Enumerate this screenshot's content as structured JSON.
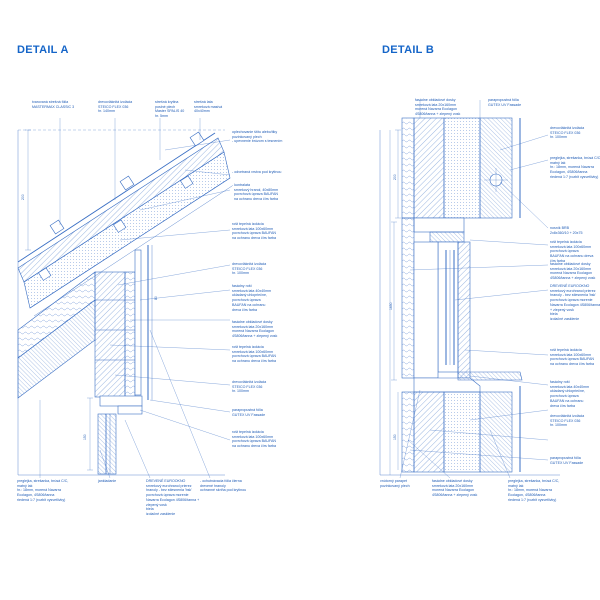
{
  "accent_color": "#1565c8",
  "line_color": "#3a6fc4",
  "detail_a": {
    "title": "DETAIL A",
    "notes": {
      "top_1": "tvarovaná strešná fólia\nMASTERMAX CLASSIC 3",
      "top_2": "drevovláknitá izolácia\nSTEICO FLEX 036\nhr. 140mm",
      "top_3": "strešná krytina\nposlné plech\nMaster SPALIS 40\nhr. 5mm",
      "top_4": "strešná lata\nsmreková masívá\n40x40mm",
      "r1": "oplechovanie štítu alebo/tiky\npozinkovaný plech\n- upevnenie brúzom s tesnením",
      "r2": "- odvetraná vrstva pod krytinou",
      "r3": "- kontralata\n  smrekový hranol, 40x80mm\n  povrchová úprava BAUFAN\n  na ochranu dreva čírs farba",
      "r4": "rošt tepelná izolácia\nsmreková lata 100x60mm\npovrchová úprava BAUFAN\nna ochranu dreva čírs farba",
      "r5": "drevovláknitá izolácia\nSTEICO FLEX 036\nhr. 100mm",
      "r6": "fasádny rošt\nsmreková lata 40x40mm\nukladaný uhlopriečne,\npovrchová úprava\nBAUFAN na ochranu\ndreva čírs farba",
      "r7": "fasádne obkladové dosky\nsmreková lata 20x160mm\nmorená Navarra Ecolagon\n4S806/tanna + zlepený vosk",
      "r8": "rošt tepelná izolácia\nsmreková lata 100x60mm\npovrchová úprava BAUFAN\nna ochranu dreva čírs farba",
      "r9": "drevovláknitá izolácia\nSTEICO FLEX 036\nhr. 100mm",
      "r10": "parapropustná fólia\nGUTEX UV Fassade",
      "r11": "rošt tepelná izolácia\nsmreková lata 100x60mm\npovrchová úprava BAUFAN\nna ochranu dreva čírs farba",
      "b1": "preglejka, strešanka, brúsá C/C,\nmatný lak\nhr.: 18mm, morená Navarra\nEcolagon, 4S806/tanna\nriedená 1:7 (rozbit vysvetlivky)",
      "b2": "jankladanie",
      "b3": "DREVENÉ EUROOKNO\nsmrekový eurohranol prierez\nhranoly - bez stiesnenia 'bsk'\npovrchová úprava morenie\nNavarra Ecolagon 4S806/tanna +\nzlepený vosk\nbiela\nizolačné zasklenie",
      "b4": "- ochutnávacia fólia čierna\ndrevené hranoly\nochranné skriňa pod krytinou"
    },
    "dimensions": {
      "d1": "200",
      "d2": "150",
      "d3": "80"
    }
  },
  "detail_b": {
    "title": "DETAIL B",
    "notes": {
      "top_1": "fasádne obkladové dosky\nsmreková lata 20x160mm\nmorená Navarra Ecolagon\n4S806/tanna + zlepený vosk",
      "top_2": "parapropustná fólia\nGUTEX UV Fassade",
      "r1": "drevovláknitá izolácia\nSTEICO FLEX 036\nhr. 100mm",
      "r2": "preglejka, strešanka, brúsá C/C,\nmatný lak\nhr.: 18mm, morená Navarra\nEcolagon, 4S806/tanna\nriedená 1:7 (rozbit vysvetlivky)",
      "r3": "nosník BRB\n2x8x360/10 + 20x75",
      "r4": "rošt tepelná izolácia\nsmreková lata 100x60mm\npovrchová úprava\nBAUFAN na ochranu dreva\nčírs farba",
      "r5": "fasádne obkladové dosky\nsmreková lata 20x160mm\nmorená Navarra Ecolagon\n4S806/tanna + zlepený vosk",
      "r6": "DREVENÉ EUROOKNO\nsmrekový eurohranol prierez\nhranoly - bez stiesnenia 'bsk'\npovrchová úprava morenie\nNavarra Ecolagon 4S806/tanna\n+ zlepený vosk\nbiela\nizolačné zasklenie",
      "r7": "rošt tepelná izolácia\nsmreková lata 100x60mm\npovrchová úprava BAUFAN\nna ochranu dreva čírs farba",
      "r8": "fasádny rošt\nsmreková lata 40x40mm\nukladaný uhlopriečne,\npovrchová úprava\nBAUFAN na ochranu\ndreva čírs farba",
      "r9": "drevovláknitá izolácia\nSTEICO FLEX 036\nhr. 100mm",
      "r10": "parapropustná fólia\nGUTEX UV Fassade",
      "b1": "vnútorný parapet\npozinkovaný plech",
      "b2": "fasádne obkladové dosky\nsmreková lata 20x160mm\nmorená Navarra Ecolagon\n4S806/tanna + zlepený vosk",
      "b3": "preglejka, strešanka, brúsá C/C,\nmatný lak\nhr.: 18mm, morená Navarra\nEcolagon, 4S806/tanna\nriedená 1:7 (rozbit vysvetlivky)"
    },
    "dimensions": {
      "d1": "1650",
      "d2": "200",
      "d3": "150"
    }
  }
}
